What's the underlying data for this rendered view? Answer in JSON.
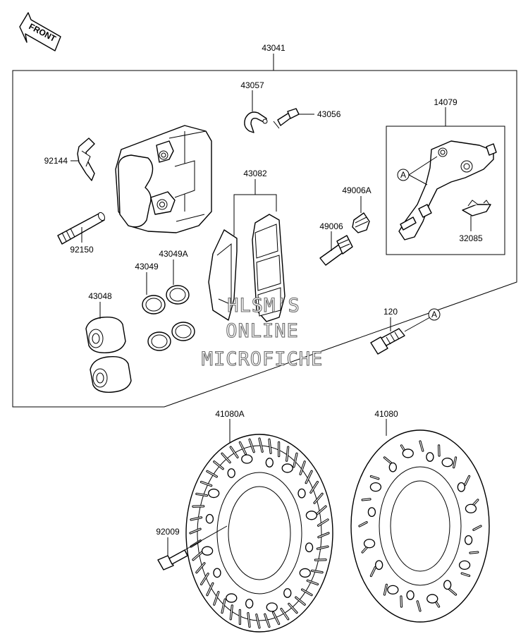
{
  "front_indicator": "FRONT",
  "callouts": {
    "assembly": "43041",
    "pad_clip": "43057",
    "bleeder": "43056",
    "bracket": "14079",
    "pin_clip": "92144",
    "pad_set": "43082",
    "bleeder_cap": "49006A",
    "bracket_pin": "49006",
    "pad_spring": "32085",
    "pin": "92150",
    "seal_small": "43049",
    "seal_large": "43049A",
    "piston": "43048",
    "bolt": "120",
    "disc_left": "41080A",
    "disc_right": "41080",
    "disc_bolt": "92009"
  },
  "reference_marks": {
    "mark_a": "A"
  },
  "watermark": {
    "line1": "HLSM'S",
    "line2": "ONLINE",
    "line3": "MICROFICHE"
  }
}
